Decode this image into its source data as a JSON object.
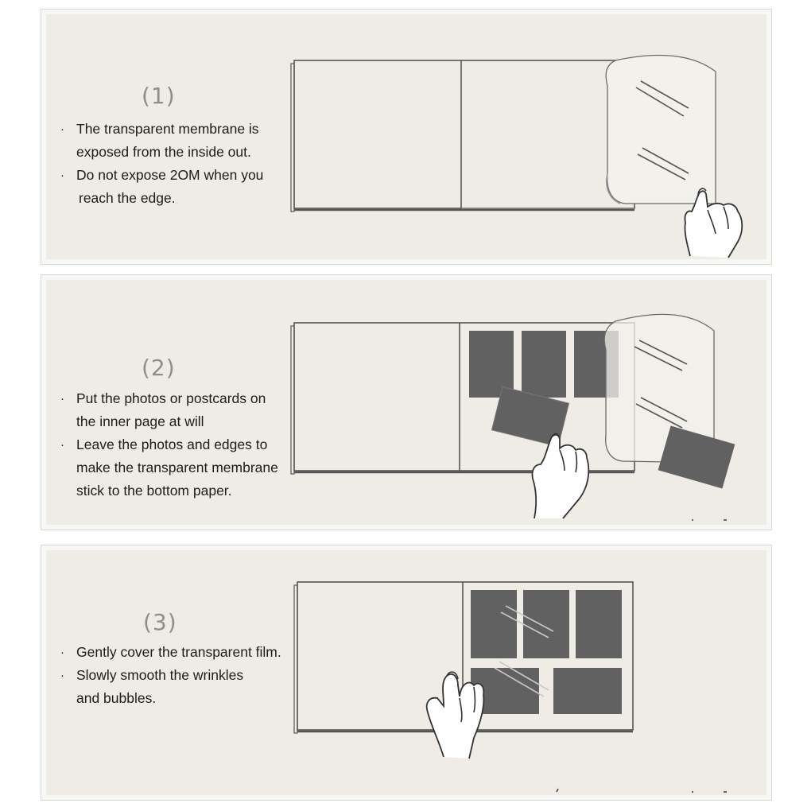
{
  "steps": [
    {
      "number": "(1)",
      "bullets": [
        [
          "The transparent membrane is",
          "exposed from the inside out."
        ],
        [
          "Do not expose 2OM when you",
          " reach the edge."
        ]
      ]
    },
    {
      "number": "(2)",
      "bullets": [
        [
          "Put the photos or postcards on",
          "the inner page at will"
        ],
        [
          "Leave the photos and edges to",
          "make the transparent membrane",
          "stick to the bottom paper."
        ]
      ]
    },
    {
      "number": "(3)",
      "bullets": [
        [
          "Gently cover the transparent film."
        ],
        [
          "Slowly smooth the wrinkles",
          "and bubbles."
        ]
      ]
    }
  ],
  "bullet_glyph": "·",
  "colors": {
    "panel_bg": "#efece5",
    "photo_fill": "#616161",
    "line": "#555555",
    "text": "#1c1c1c",
    "number": "#8e8e8e"
  }
}
